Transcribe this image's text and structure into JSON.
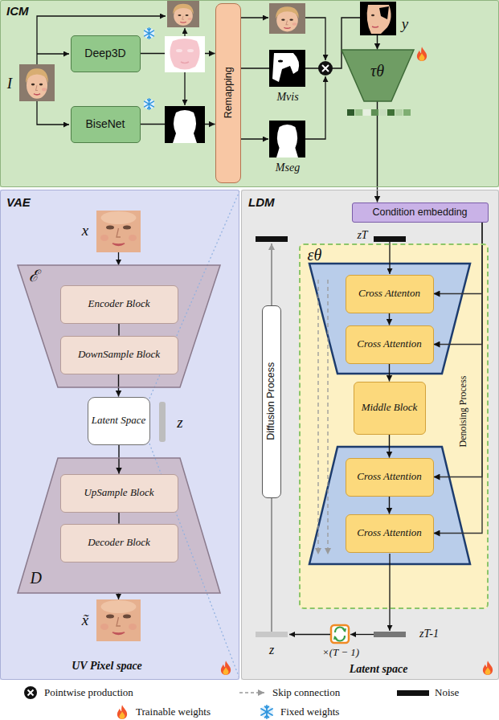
{
  "diagram": {
    "nodes": [
      {
        "text": [
          "ICM"
        ]
      },
      {
        "text": [
          "Deep3D"
        ],
        "in": 0
      },
      {
        "text": [
          "BiseNet"
        ],
        "in": 0
      },
      {
        "text": [
          "Remapping"
        ],
        "in": 0
      },
      {
        "text": [
          "τθ"
        ],
        "in": 0
      },
      {
        "text": [
          "VAE",
          "UV Pixel space"
        ]
      },
      {
        "text": [
          "ℰ"
        ],
        "in": 5
      },
      {
        "text": [
          "Encoder Block"
        ],
        "in": 6
      },
      {
        "text": [
          "DownSample Block"
        ],
        "in": 6
      },
      {
        "text": [
          "Latent Space"
        ],
        "in": 5
      },
      {
        "text": [
          "D"
        ],
        "in": 5
      },
      {
        "text": [
          "UpSample Block"
        ],
        "in": 10
      },
      {
        "text": [
          "Decoder Block"
        ],
        "in": 10
      },
      {
        "text": [
          "LDM",
          "Latent space"
        ]
      },
      {
        "text": [
          "Condition embedding"
        ],
        "in": 13
      },
      {
        "text": [
          "εθ"
        ],
        "in": 13
      },
      {
        "text": [
          "Cross Attenton"
        ],
        "in": 15
      },
      {
        "text": [
          "Cross Attention"
        ],
        "in": 15
      },
      {
        "text": [
          "Middle Block"
        ],
        "in": 15
      },
      {
        "text": [
          "Cross Attention"
        ],
        "in": 15
      },
      {
        "text": [
          "Cross Attention"
        ],
        "in": 15
      },
      {
        "text": [
          "Diffusion Process"
        ],
        "in": 13
      }
    ],
    "edges": [
      {
        "from": 1,
        "to": 3,
        "arrow": "to"
      },
      {
        "from": 2,
        "to": 3,
        "arrow": "to"
      },
      {
        "from": 3,
        "to": 4,
        "arrow": "to"
      },
      {
        "from": 4,
        "to": 14,
        "arrow": "to"
      },
      {
        "from": 7,
        "to": 8,
        "arrow": "none"
      },
      {
        "from": 8,
        "to": 9,
        "arrow": "to"
      },
      {
        "from": 9,
        "to": 11,
        "arrow": "to"
      },
      {
        "from": 11,
        "to": 12,
        "arrow": "none"
      },
      {
        "from": 14,
        "to": 16,
        "arrow": "to"
      },
      {
        "from": 14,
        "to": 17,
        "arrow": "to"
      },
      {
        "from": 14,
        "to": 19,
        "arrow": "to"
      },
      {
        "from": 14,
        "to": 20,
        "arrow": "to"
      },
      {
        "from": 16,
        "to": 17,
        "arrow": "to"
      },
      {
        "from": 17,
        "to": 18,
        "arrow": "to"
      },
      {
        "from": 18,
        "to": 19,
        "arrow": "to"
      },
      {
        "from": 19,
        "to": 20,
        "arrow": "to"
      }
    ],
    "labels": [
      "I",
      "Mvis",
      "Mseg",
      "y",
      "x",
      "z",
      "x̃",
      "zT",
      "Denoising Process",
      "zT-1",
      "×(T − 1)",
      "z"
    ],
    "legend": [
      {
        "text": "Pointwise production"
      },
      {
        "text": "Skip connection"
      },
      {
        "text": "Noise",
        "color": "#111111"
      },
      {
        "text": "Trainable weights"
      },
      {
        "text": "Fixed weights"
      }
    ]
  }
}
